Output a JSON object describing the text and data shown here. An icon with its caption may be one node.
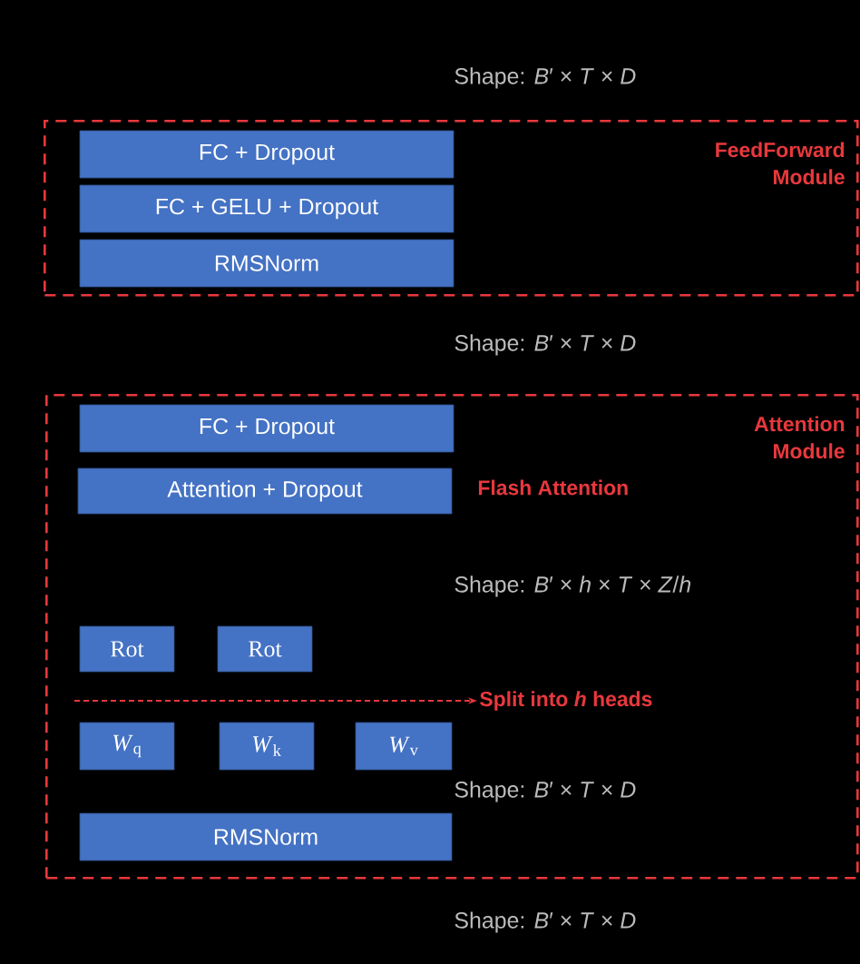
{
  "diagram": {
    "nodes": [
      {
        "text": [
          "FeedForward Module"
        ]
      },
      {
        "text": [
          "FC + Dropout"
        ],
        "in": 0
      },
      {
        "text": [
          "FC + GELU + Dropout"
        ],
        "in": 0
      },
      {
        "text": [
          "RMSNorm"
        ],
        "in": 0
      },
      {
        "text": [
          "Attention Module"
        ]
      },
      {
        "text": [
          "FC + Dropout"
        ],
        "in": 4
      },
      {
        "text": [
          "Attention + Dropout"
        ],
        "in": 4,
        "beside": [
          "Flash Attention"
        ]
      },
      {
        "text": [
          "Rot"
        ],
        "in": 4
      },
      {
        "text": [
          "Rot"
        ],
        "in": 4
      },
      {
        "text": [
          "*W*$_{q}$"
        ],
        "in": 4
      },
      {
        "text": [
          "*W*$_{k}$"
        ],
        "in": 4
      },
      {
        "text": [
          "*W*$_{v}$"
        ],
        "in": 4
      },
      {
        "text": [
          "RMSNorm"
        ],
        "in": 4
      },
      {
        "text": [
          "Split into *h* heads"
        ],
        "in": 4
      }
    ],
    "edges": [
      {
        "from": null,
        "to": 13,
        "arrow": "to",
        "style": "dashed",
        "color": "#e8383d"
      }
    ],
    "labels": [
      "Shape: *B*′ × *T* × *D*",
      "Shape: *B*′ × *T* × *D*",
      "Shape: *B*′ × *h* × *T* × *Z*/*h*",
      "Shape: *B*′ × *T* × *D*",
      "Shape: *B*′ × *T* × *D*"
    ]
  }
}
